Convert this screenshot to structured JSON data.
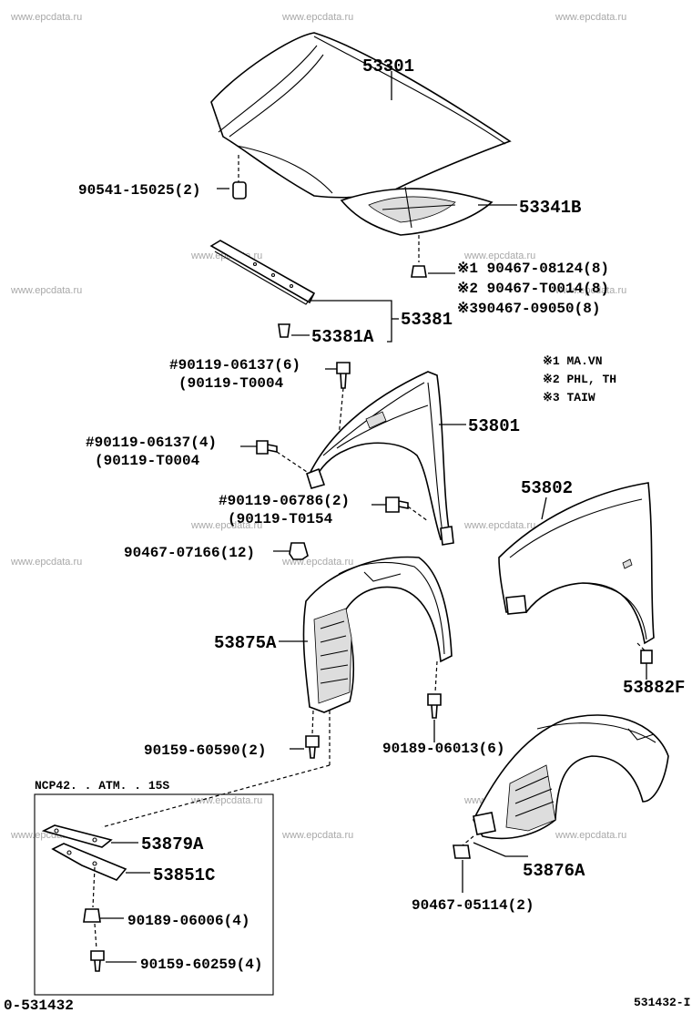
{
  "watermark": "www.epcdata.ru",
  "parts": {
    "p53301": "53301",
    "p90541": "90541-15025(2)",
    "p53341b": "53341B",
    "note1": "※1 90467-08124(8)",
    "note2": "※2 90467-T0014(8)",
    "note3": "※390467-09050(8)",
    "p53381": "53381",
    "p53381a": "53381A",
    "p90119_a1": "#90119-06137(6)",
    "p90119_a2": "(90119-T0004",
    "p90119_b1": "#90119-06137(4)",
    "p90119_b2": "(90119-T0004",
    "p53801": "53801",
    "p90119_c1": "#90119-06786(2)",
    "p90119_c2": "(90119-T0154",
    "p90467_07166": "90467-07166(12)",
    "p53802": "53802",
    "p53875a": "53875A",
    "p53882f": "53882F",
    "p90159_60590": "90159-60590(2)",
    "p90189_06013": "90189-06013(6)",
    "p53876a": "53876A",
    "p90467_05114": "90467-05114(2)",
    "p53879a": "53879A",
    "p53851c": "53851C",
    "p90189_06006": "90189-06006(4)",
    "p90159_60259": "90159-60259(4)"
  },
  "legend": {
    "l1": "※1 MA.VN",
    "l2": "※2 PHL, TH",
    "l3": "※3 TAIW"
  },
  "inset": {
    "title": "NCP42. . ATM. . 15S"
  },
  "footer": {
    "left": "0-531432",
    "right": "531432-I"
  }
}
